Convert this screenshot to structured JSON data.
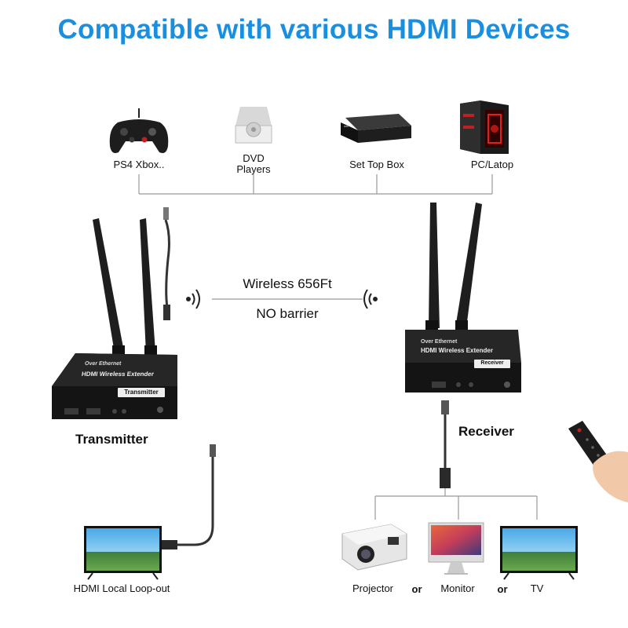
{
  "header": {
    "title": "Compatible with various HDMI Devices"
  },
  "sources": {
    "gamepad": "PS4 Xbox..",
    "dvd_line1": "DVD",
    "dvd_line2": "Players",
    "set_top_box": "Set Top Box",
    "pc": "PC/Latop"
  },
  "wireless": {
    "range": "Wireless 656Ft",
    "note": "NO barrier"
  },
  "transmitter": {
    "label": "Transmitter",
    "device_line1": "Over Ethernet",
    "device_line2": "HDMI Wireless Extender",
    "badge": "Transmitter"
  },
  "receiver": {
    "label": "Receiver",
    "device_line1": "Over Ethernet",
    "device_line2": "HDMI Wireless Extender",
    "badge": "Receiver"
  },
  "outputs": {
    "loop_out": "HDMI Local Loop-out",
    "projector": "Projector",
    "monitor": "Monitor",
    "tv": "TV",
    "or": "or"
  },
  "colors": {
    "title": "#1a8fe0",
    "device": "#1b1b1b",
    "line": "#999999"
  }
}
